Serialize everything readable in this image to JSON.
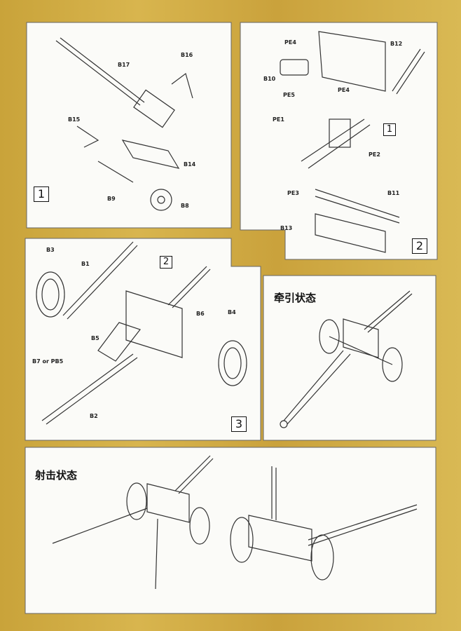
{
  "steps": [
    {
      "number": "1",
      "parts": [
        "B17",
        "B16",
        "B15",
        "B14",
        "B9",
        "B8"
      ]
    },
    {
      "number": "2",
      "parts": [
        "PE4",
        "B12",
        "B10",
        "PE4",
        "PE5",
        "PE1",
        "PE2",
        "PE3",
        "B11",
        "B13"
      ],
      "ref_step": "1"
    },
    {
      "number": "3",
      "parts": [
        "B3",
        "B1",
        "B5",
        "B6",
        "B4",
        "B7 or PB5",
        "B2"
      ],
      "ref_step": "2"
    }
  ],
  "towing_title": "牵引状态",
  "firing_title": "射击状态",
  "colors": {
    "background": "#d0ad45",
    "panel": "#fbfbf8",
    "line": "#333333"
  }
}
